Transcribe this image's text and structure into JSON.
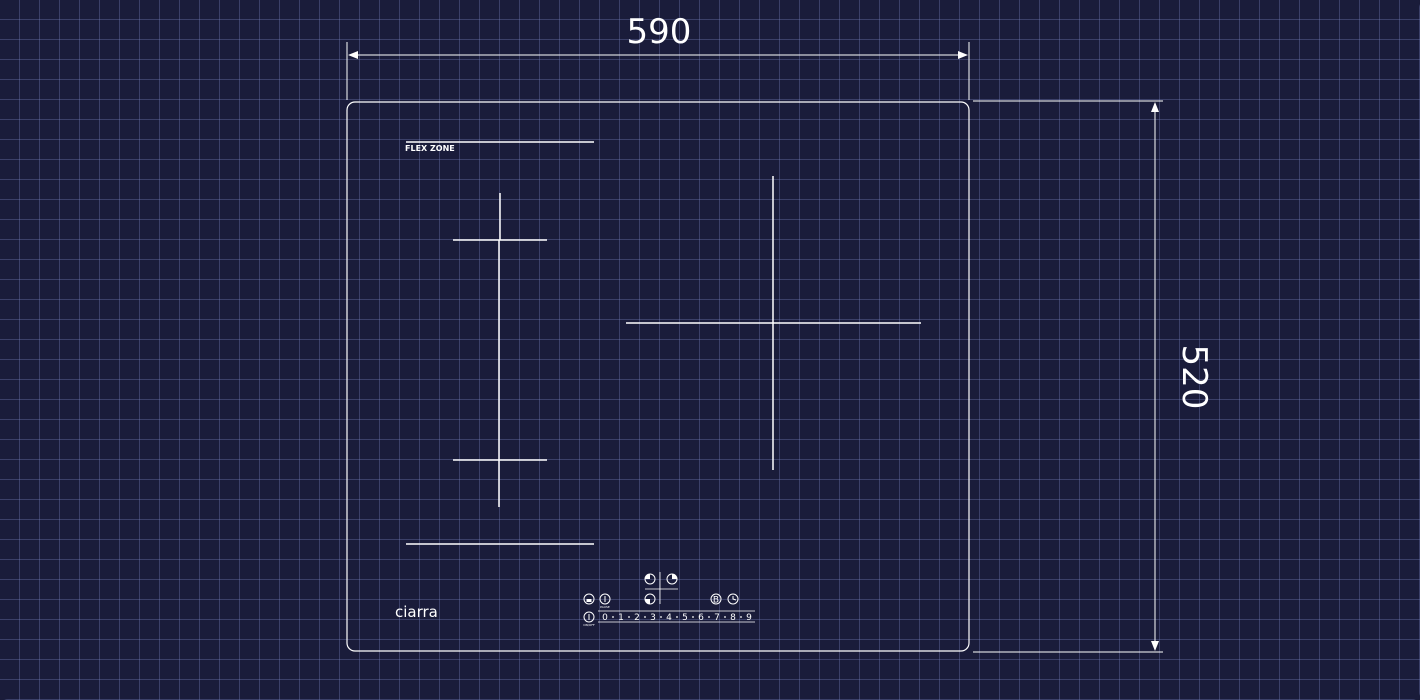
{
  "dimensions": {
    "width": "590",
    "depth": "520"
  },
  "cooktop": {
    "zone_label": "FLEX ZONE",
    "brand": "ciarra",
    "controls": {
      "power_levels": [
        "0",
        "1",
        "2",
        "3",
        "4",
        "5",
        "6",
        "7",
        "8",
        "9"
      ],
      "pause_label": "PAUSE",
      "onoff_label": "ON/OFF",
      "boost_label": "B"
    }
  },
  "colors": {
    "background": "#1a1c3a",
    "line": "#ffffff"
  }
}
